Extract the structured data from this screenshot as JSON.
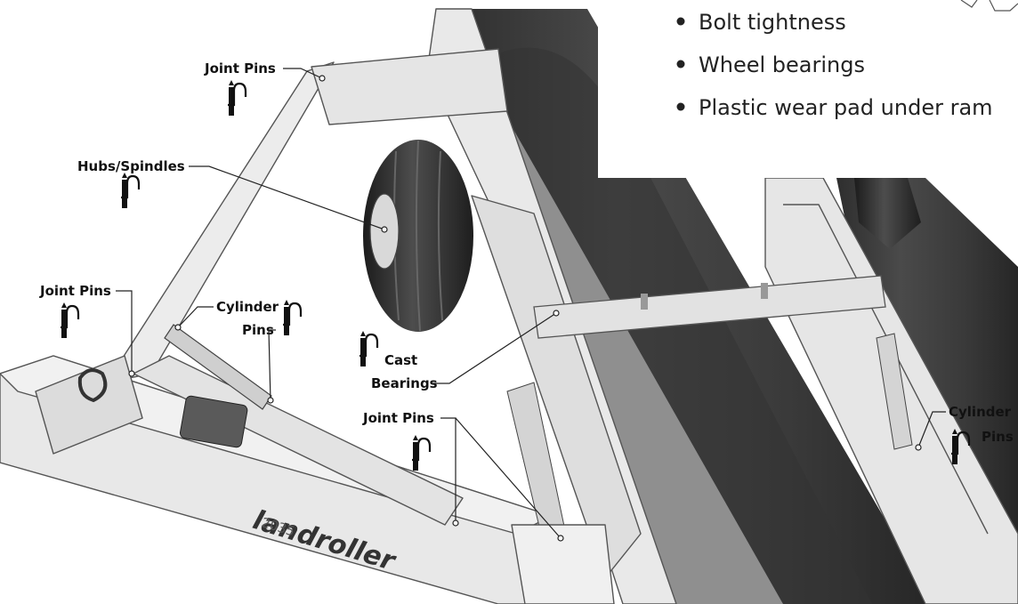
{
  "checklist": {
    "items": [
      "Bolt tightness",
      "Wheel bearings",
      "Plastic wear pad under ram"
    ]
  },
  "labels": {
    "joint_pins_top": "Joint Pins",
    "hubs_spindles": "Hubs/Spindles",
    "joint_pins_left": "Joint Pins",
    "cylinder_pins_left_1": "Cylinder",
    "cylinder_pins_left_2": "Pins",
    "cast_bearings_1": "Cast",
    "cast_bearings_2": "Bearings",
    "joint_pins_bottom": "Joint Pins",
    "cylinder_pins_right_1": "Cylinder",
    "cylinder_pins_right_2": "Pins"
  },
  "decal_text": {
    "brand": "landroller",
    "model": "2035"
  },
  "icons": {
    "grease_gun": "grease-gun-icon"
  },
  "colors": {
    "frame_light": "#e9e9e9",
    "roller_dark": "#3b3b3b",
    "outline": "#555555"
  }
}
